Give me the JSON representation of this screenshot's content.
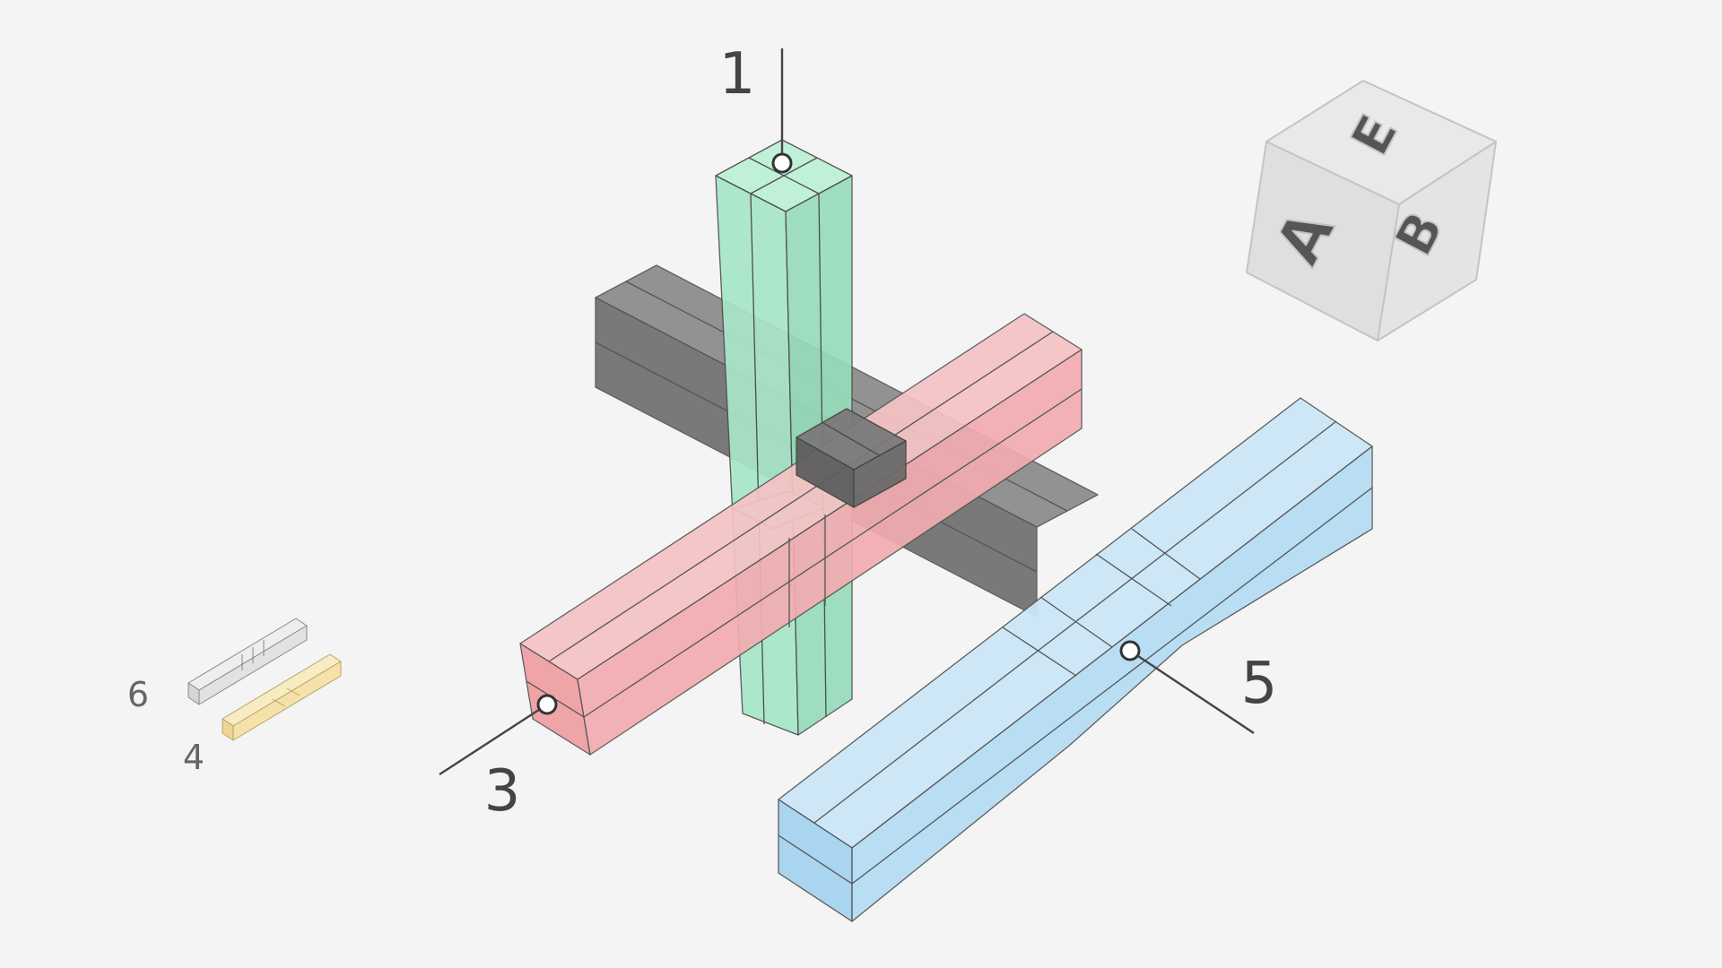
{
  "callouts": {
    "piece_1": "1",
    "piece_3": "3",
    "piece_5": "5"
  },
  "legend": {
    "piece_6": "6",
    "piece_4": "4"
  },
  "view_cube": {
    "front": "A",
    "top": "E",
    "right": "B"
  },
  "colors": {
    "background": "#f4f4f4",
    "piece_1_green": "#a8e6c8",
    "piece_3_red": "#f2adb0",
    "piece_5_blue": "#b6ddf5",
    "piece_6_gray": "#808080",
    "piece_4_yellow": "#f5e2a8",
    "outline": "#555555"
  }
}
